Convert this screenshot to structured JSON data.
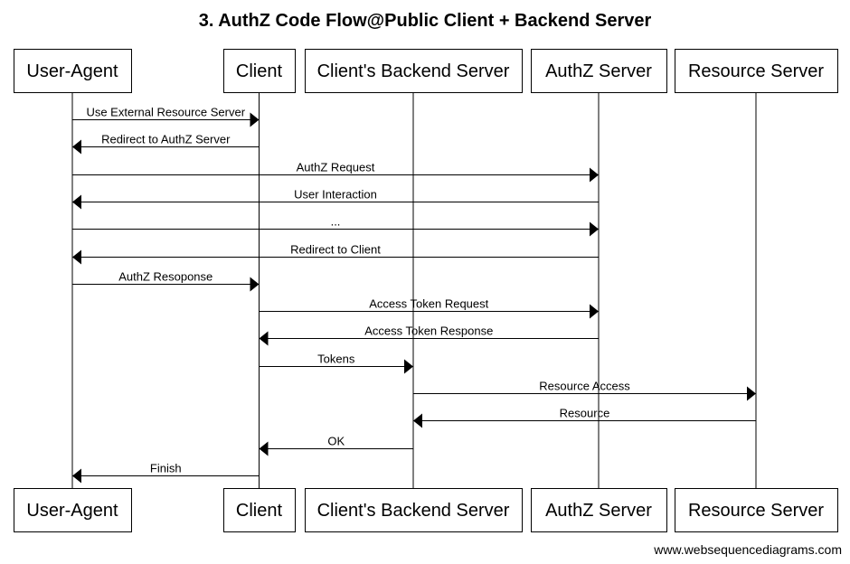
{
  "title": "3. AuthZ Code Flow@Public Client + Backend Server",
  "participants": [
    {
      "id": "user-agent",
      "label": "User-Agent"
    },
    {
      "id": "client",
      "label": "Client"
    },
    {
      "id": "backend",
      "label": "Client's Backend Server"
    },
    {
      "id": "authz",
      "label": "AuthZ Server"
    },
    {
      "id": "resource",
      "label": "Resource Server"
    }
  ],
  "messages": [
    {
      "from": "user-agent",
      "to": "client",
      "label": "Use External Resource Server"
    },
    {
      "from": "client",
      "to": "user-agent",
      "label": "Redirect to AuthZ Server"
    },
    {
      "from": "user-agent",
      "to": "authz",
      "label": "AuthZ Request"
    },
    {
      "from": "authz",
      "to": "user-agent",
      "label": "User Interaction"
    },
    {
      "from": "user-agent",
      "to": "authz",
      "label": "..."
    },
    {
      "from": "authz",
      "to": "user-agent",
      "label": "Redirect to Client"
    },
    {
      "from": "user-agent",
      "to": "client",
      "label": "AuthZ Resoponse"
    },
    {
      "from": "client",
      "to": "authz",
      "label": "Access Token Request"
    },
    {
      "from": "authz",
      "to": "client",
      "label": "Access Token Response"
    },
    {
      "from": "client",
      "to": "backend",
      "label": "Tokens"
    },
    {
      "from": "backend",
      "to": "resource",
      "label": "Resource Access"
    },
    {
      "from": "resource",
      "to": "backend",
      "label": "Resource"
    },
    {
      "from": "backend",
      "to": "client",
      "label": "OK"
    },
    {
      "from": "client",
      "to": "user-agent",
      "label": "Finish"
    }
  ],
  "footer": "www.websequencediagrams.com"
}
